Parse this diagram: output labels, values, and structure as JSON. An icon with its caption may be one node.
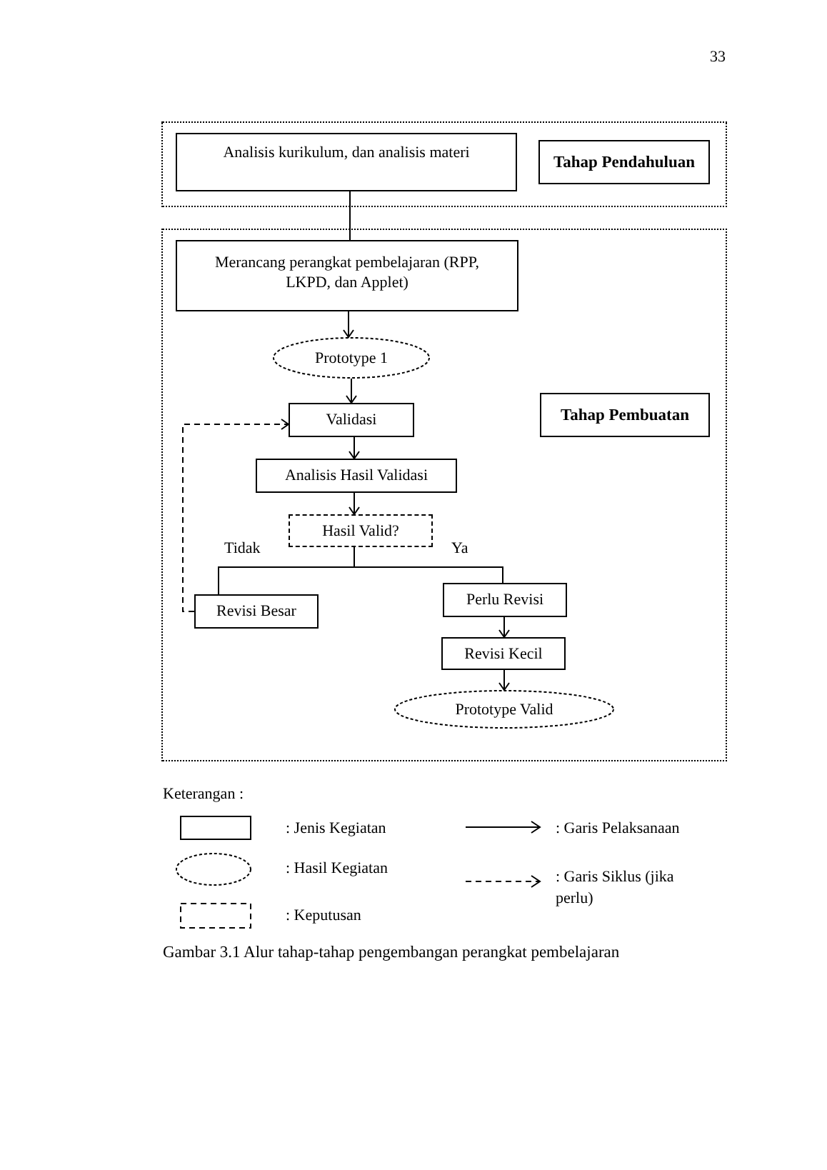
{
  "diagram": {
    "caption": "Gambar 3.1 Alur tahap-tahap pengembangan perangkat pembelajaran",
    "nodes": [
      {
        "text": [],
        "shape": "box"
      },
      {
        "text": [
          "Analisis kurikulum, dan analisis materi"
        ],
        "in": 0
      },
      {
        "text": [
          "Tahap Pendahuluan"
        ],
        "in": 0
      },
      {
        "text": [],
        "shape": "box"
      },
      {
        "text": [
          "Merancang perangkat pembelajaran (RPP, LKPD, dan Applet)"
        ],
        "in": 3
      },
      {
        "text": [
          "Prototype 1"
        ],
        "in": 3
      },
      {
        "text": [
          "Validasi"
        ],
        "in": 3
      },
      {
        "text": [
          "Tahap Pembuatan"
        ],
        "in": 3
      },
      {
        "text": [
          "Analisis Hasil Validasi"
        ],
        "in": 3
      },
      {
        "text": [
          "Hasil Valid?"
        ],
        "in": 3
      },
      {
        "text": [
          "Revisi Besar"
        ],
        "in": 3
      },
      {
        "text": [
          "Perlu Revisi"
        ],
        "in": 3
      },
      {
        "text": [
          "Revisi Kecil"
        ],
        "in": 3
      },
      {
        "text": [
          "Prototype Valid"
        ],
        "in": 3
      }
    ],
    "edges": [
      {
        "from": 1,
        "to": 4,
        "arrow": "none"
      },
      {
        "from": 4,
        "to": 5,
        "arrow": "to"
      },
      {
        "from": 5,
        "to": 6,
        "arrow": "to"
      },
      {
        "from": 6,
        "to": 8,
        "arrow": "to"
      },
      {
        "from": 8,
        "to": 9,
        "arrow": "to"
      },
      {
        "from": 9,
        "to": 10,
        "arrow": "none",
        "label": "Tidak"
      },
      {
        "from": 9,
        "to": 11,
        "arrow": "none",
        "label": "Ya"
      },
      {
        "from": 11,
        "to": 12,
        "arrow": "to"
      },
      {
        "from": 12,
        "to": 13,
        "arrow": "to"
      },
      {
        "from": 10,
        "to": 6,
        "arrow": "to",
        "style": "dashed"
      }
    ],
    "labels": [
      "33",
      "Keterangan :"
    ],
    "legend": [
      {
        "text": ": Jenis Kegiatan"
      },
      {
        "text": ": Hasil Kegiatan"
      },
      {
        "text": ": Keputusan"
      },
      {
        "text": ": Garis Pelaksanaan"
      },
      {
        "text": ": Garis Siklus (jika perlu)"
      }
    ]
  }
}
